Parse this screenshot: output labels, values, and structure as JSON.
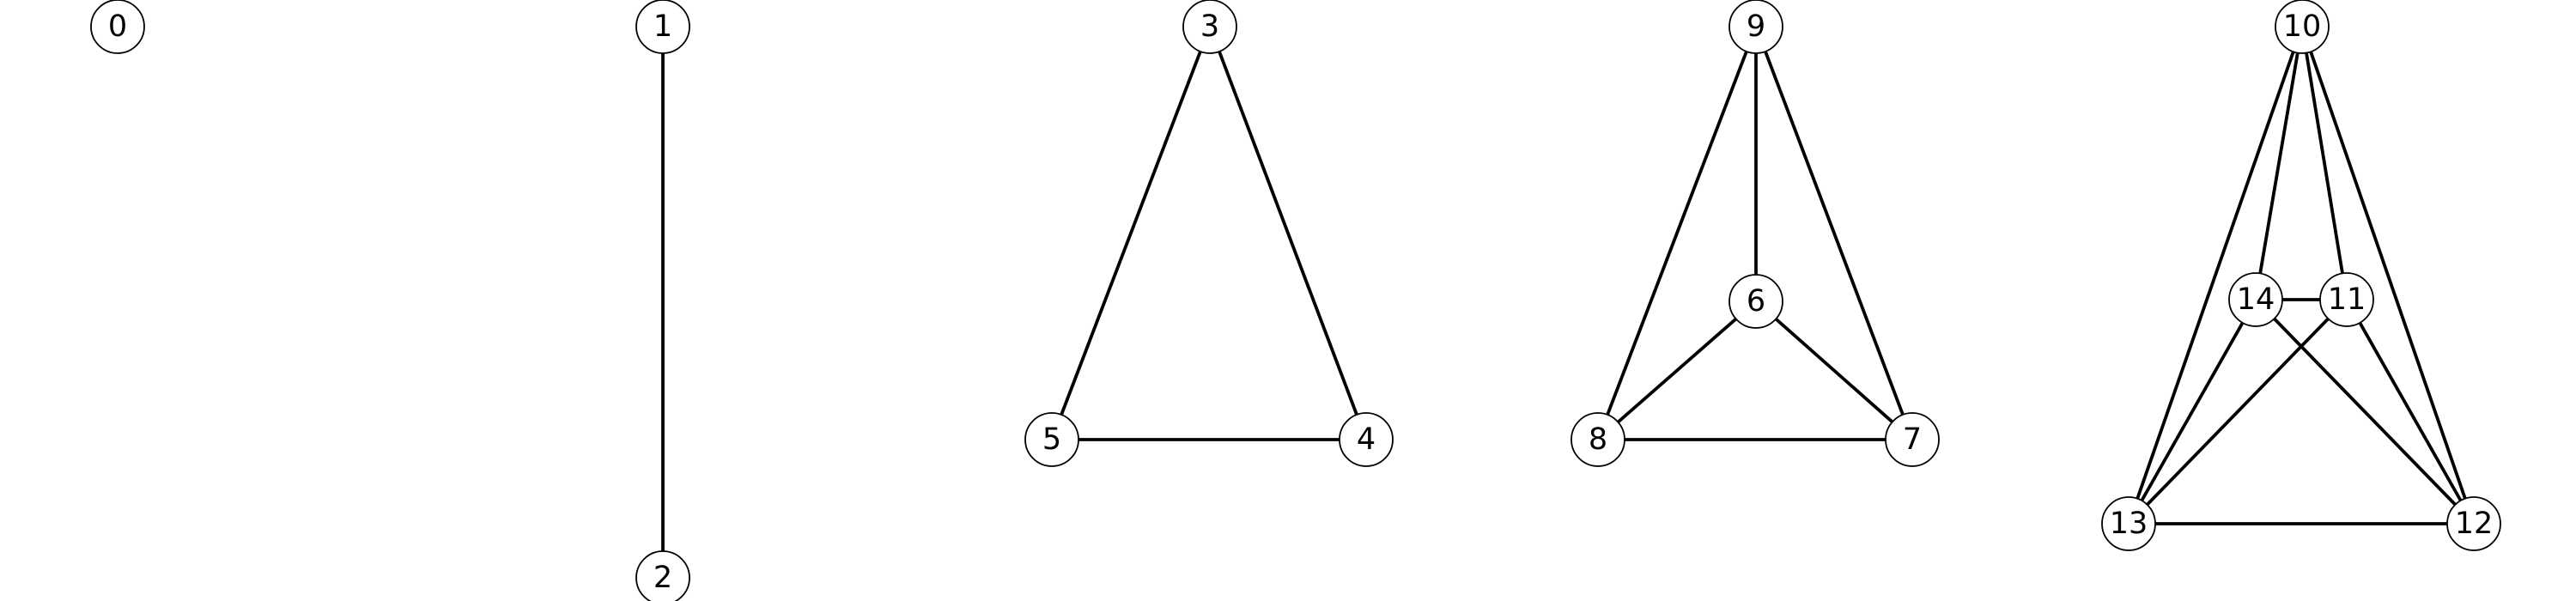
{
  "graphs": [
    {
      "nodes": [
        {
          "id": "0",
          "label": "0"
        }
      ],
      "edges": []
    },
    {
      "nodes": [
        {
          "id": "1",
          "label": "1"
        },
        {
          "id": "2",
          "label": "2"
        }
      ],
      "edges": [
        [
          "1",
          "2"
        ]
      ]
    },
    {
      "nodes": [
        {
          "id": "3",
          "label": "3"
        },
        {
          "id": "4",
          "label": "4"
        },
        {
          "id": "5",
          "label": "5"
        }
      ],
      "edges": [
        [
          "3",
          "4"
        ],
        [
          "3",
          "5"
        ],
        [
          "4",
          "5"
        ]
      ]
    },
    {
      "nodes": [
        {
          "id": "6",
          "label": "6"
        },
        {
          "id": "7",
          "label": "7"
        },
        {
          "id": "8",
          "label": "8"
        },
        {
          "id": "9",
          "label": "9"
        }
      ],
      "edges": [
        [
          "9",
          "6"
        ],
        [
          "9",
          "7"
        ],
        [
          "9",
          "8"
        ],
        [
          "6",
          "7"
        ],
        [
          "6",
          "8"
        ],
        [
          "7",
          "8"
        ]
      ]
    },
    {
      "nodes": [
        {
          "id": "10",
          "label": "10"
        },
        {
          "id": "11",
          "label": "11"
        },
        {
          "id": "12",
          "label": "12"
        },
        {
          "id": "13",
          "label": "13"
        },
        {
          "id": "14",
          "label": "14"
        }
      ],
      "edges": [
        [
          "10",
          "11"
        ],
        [
          "10",
          "12"
        ],
        [
          "10",
          "13"
        ],
        [
          "10",
          "14"
        ],
        [
          "11",
          "12"
        ],
        [
          "11",
          "13"
        ],
        [
          "11",
          "14"
        ],
        [
          "12",
          "13"
        ],
        [
          "12",
          "14"
        ],
        [
          "13",
          "14"
        ]
      ]
    }
  ]
}
